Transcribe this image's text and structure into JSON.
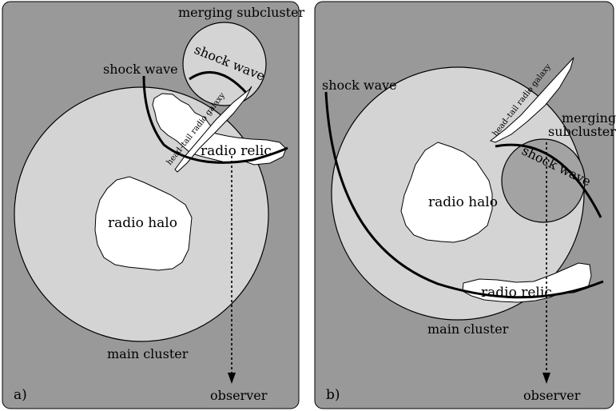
{
  "panel_a": {
    "tag": "a)",
    "labels": {
      "merging_subcluster": "merging subcluster",
      "shock_wave_outer": "shock wave",
      "shock_wave_inner": "shock wave",
      "head_tail": "head–tail radio galaxy",
      "radio_relic": "radio relic",
      "radio_halo": "radio halo",
      "main_cluster": "main cluster",
      "observer": "observer"
    }
  },
  "panel_b": {
    "tag": "b)",
    "labels": {
      "shock_wave_outer": "shock wave",
      "head_tail": "head–tail radio galaxy",
      "merging": "merging",
      "subcluster": "subcluster",
      "shock_wave_inner": "shock wave",
      "radio_halo": "radio halo",
      "radio_relic": "radio relic",
      "main_cluster": "main cluster",
      "observer": "observer"
    }
  },
  "colors": {
    "background": "#999999",
    "cluster_fill": "#d4d4d4",
    "subcluster_fill_b": "#a3a3a3",
    "emission_fill": "#ffffff",
    "outline": "#000000"
  }
}
